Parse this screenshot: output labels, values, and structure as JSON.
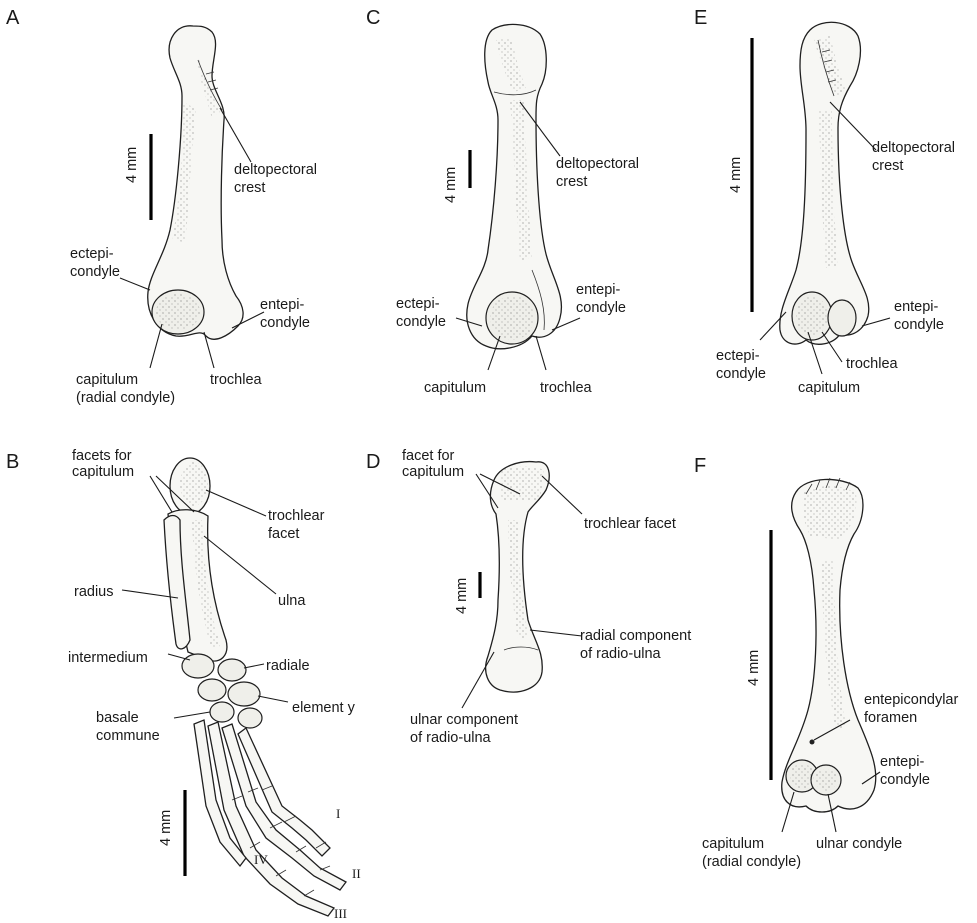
{
  "panels": {
    "A": {
      "letter": "A",
      "scale": "4 mm",
      "labels": {
        "deltopectoral": [
          "deltopectoral",
          "crest"
        ],
        "ectepicondyle": [
          "ectepi-",
          "condyle"
        ],
        "entepicondyle": [
          "entepi-",
          "condyle"
        ],
        "capitulum": [
          "capitulum",
          "(radial condyle)"
        ],
        "trochlea": [
          "trochlea"
        ]
      }
    },
    "B": {
      "letter": "B",
      "scale": "4 mm",
      "labels": {
        "facets": [
          "facets for",
          "capitulum"
        ],
        "trochlear_facet": [
          "trochlear",
          "facet"
        ],
        "radius": [
          "radius"
        ],
        "ulna": [
          "ulna"
        ],
        "intermedium": [
          "intermedium"
        ],
        "radiale": [
          "radiale"
        ],
        "element_y": [
          "element y"
        ],
        "basale": [
          "basale",
          "commune"
        ]
      },
      "digits": [
        "I",
        "II",
        "III",
        "IV"
      ]
    },
    "C": {
      "letter": "C",
      "scale": "4 mm",
      "labels": {
        "deltopectoral": [
          "deltopectoral",
          "crest"
        ],
        "ectepicondyle": [
          "ectepi-",
          "condyle"
        ],
        "entepicondyle": [
          "entepi-",
          "condyle"
        ],
        "capitulum": [
          "capitulum"
        ],
        "trochlea": [
          "trochlea"
        ]
      }
    },
    "D": {
      "letter": "D",
      "scale": "4 mm",
      "labels": {
        "facet": [
          "facet for",
          "capitulum"
        ],
        "trochlear_facet": [
          "trochlear facet"
        ],
        "radial_component": [
          "radial component",
          "of radio-ulna"
        ],
        "ulnar_component": [
          "ulnar component",
          "of radio-ulna"
        ]
      }
    },
    "E": {
      "letter": "E",
      "scale": "4 mm",
      "labels": {
        "deltopectoral": [
          "deltopectoral",
          "crest"
        ],
        "entepicondyle": [
          "entepi-",
          "condyle"
        ],
        "ectepicondyle": [
          "ectepi-",
          "condyle"
        ],
        "trochlea": [
          "trochlea"
        ],
        "capitulum": [
          "capitulum"
        ]
      }
    },
    "F": {
      "letter": "F",
      "scale": "4 mm",
      "labels": {
        "foramen": [
          "entepicondylar",
          "foramen"
        ],
        "entepicondyle": [
          "entepi-",
          "condyle"
        ],
        "capitulum": [
          "capitulum",
          "(radial condyle)"
        ],
        "ulnar_condyle": [
          "ulnar condyle"
        ]
      }
    }
  }
}
